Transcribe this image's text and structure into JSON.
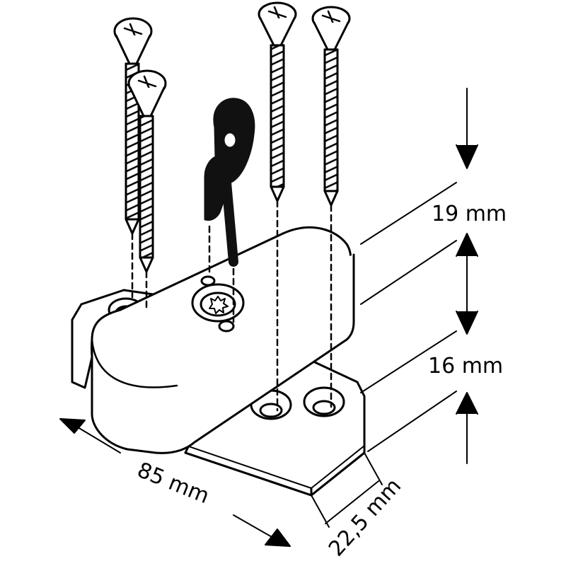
{
  "dimensions": {
    "height_top": "19 mm",
    "height_bottom": "16 mm",
    "length": "85 mm",
    "width": "22,5 mm"
  },
  "parts": [
    "screw",
    "screw",
    "screw",
    "screw",
    "key",
    "lock-body",
    "base-block"
  ],
  "colors": {
    "ink": "#000000",
    "paper": "#ffffff",
    "key": "#111111"
  }
}
